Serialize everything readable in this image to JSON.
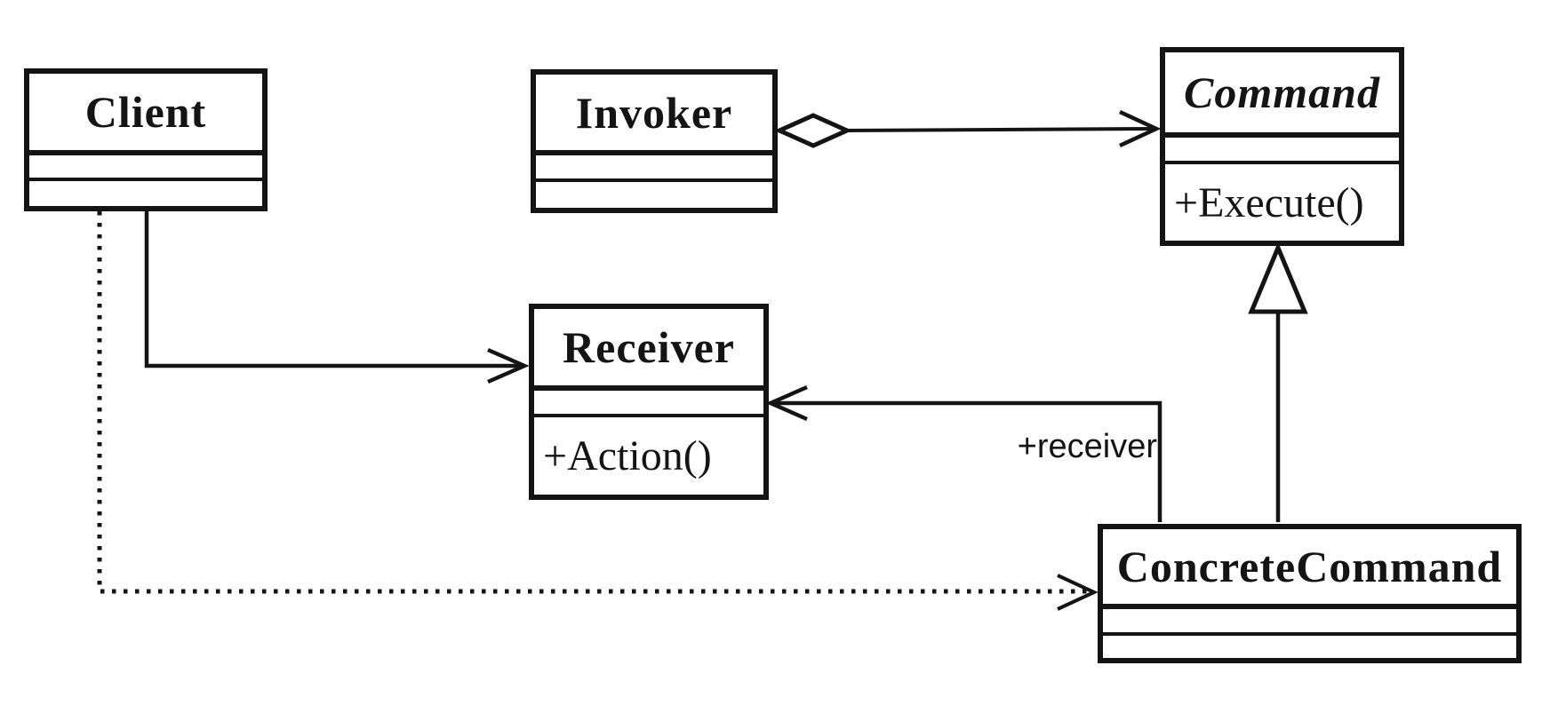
{
  "diagram": {
    "kind": "uml-class-diagram",
    "pattern": "Command",
    "background_color": "#ffffff",
    "line_color": "#141414"
  },
  "classes": {
    "client": {
      "name": "Client",
      "abstract": false,
      "attributes": [],
      "methods": []
    },
    "invoker": {
      "name": "Invoker",
      "abstract": false,
      "attributes": [],
      "methods": []
    },
    "command": {
      "name": "Command",
      "abstract": true,
      "attributes": [],
      "methods": [
        "+Execute()"
      ]
    },
    "receiver": {
      "name": "Receiver",
      "abstract": false,
      "attributes": [],
      "methods": [
        "+Action()"
      ]
    },
    "concreteCommand": {
      "name": "ConcreteCommand",
      "abstract": false,
      "attributes": [],
      "methods": []
    }
  },
  "labels": {
    "receiver_role": "+receiver"
  },
  "relationships": [
    {
      "from": "Invoker",
      "to": "Command",
      "type": "aggregation",
      "line": "solid",
      "marker": "hollow-diamond-and-open-arrow"
    },
    {
      "from": "Client",
      "to": "Receiver",
      "type": "association",
      "line": "solid",
      "marker": "open-arrow"
    },
    {
      "from": "Client",
      "to": "ConcreteCommand",
      "type": "dependency",
      "line": "dotted",
      "marker": "open-arrow"
    },
    {
      "from": "ConcreteCommand",
      "to": "Receiver",
      "type": "association",
      "line": "solid",
      "marker": "open-arrow",
      "label": "+receiver"
    },
    {
      "from": "ConcreteCommand",
      "to": "Command",
      "type": "generalization",
      "line": "solid",
      "marker": "hollow-triangle"
    }
  ]
}
